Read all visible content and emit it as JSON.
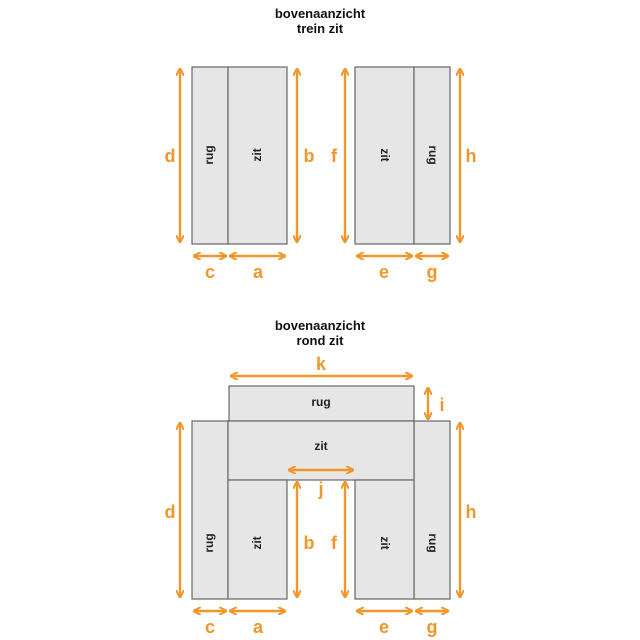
{
  "titles": {
    "top_line1": "bovenaanzicht",
    "top_line2": "trein zit",
    "bottom_line1": "bovenaanzicht",
    "bottom_line2": "rond zit"
  },
  "labels": {
    "rug": "rug",
    "zit": "zit"
  },
  "dims": {
    "a": "a",
    "b": "b",
    "c": "c",
    "d": "d",
    "e": "e",
    "f": "f",
    "g": "g",
    "h": "h",
    "i": "i",
    "j": "j",
    "k": "k"
  },
  "colors": {
    "accent": "#f0962a",
    "box_fill": "#e6e6e6",
    "box_stroke": "#666666"
  }
}
